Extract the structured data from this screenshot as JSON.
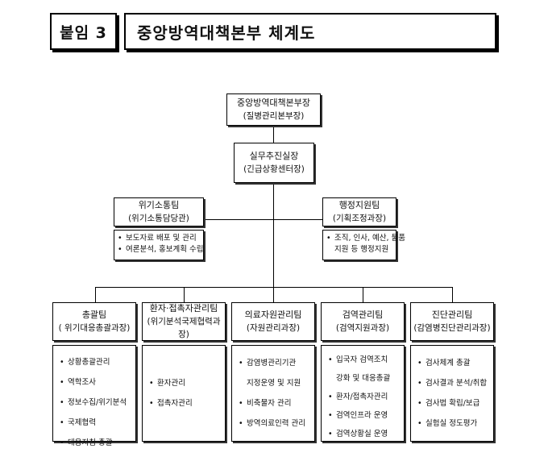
{
  "header": {
    "tag": "붙임 3",
    "title": "중앙방역대책본부 체계도"
  },
  "top": {
    "title": "중앙방역대책본부장",
    "sub": "(질병관리본부장)"
  },
  "exec": {
    "title": "실무추진실장",
    "sub": "(긴급상황센터장)"
  },
  "crisis": {
    "title": "위기소통팀",
    "sub": "(위기소통담당관)",
    "items": [
      "보도자료 배포 및 관리",
      "여론분석, 홍보계획 수립"
    ]
  },
  "admin": {
    "title": "행정지원팀",
    "sub": "(기획조정과장)",
    "items": [
      "조직, 인사, 예산, 물품",
      "지원 등 행정지원"
    ]
  },
  "teams": [
    {
      "title": "총괄팀",
      "sub": "( 위기대응총괄과장)",
      "items": [
        "상황총괄관리",
        "역학조사",
        "정보수집/위기분석",
        "국제협력",
        "대응지침 총괄"
      ]
    },
    {
      "title": "환자·접촉자관리팀",
      "sub": "(위기분석국제협력과장)",
      "items": [
        "환자관리",
        "접촉자관리"
      ]
    },
    {
      "title": "의료자원관리팀",
      "sub": "(자원관리과장)",
      "items": [
        "감염병관리기관",
        "지정운영 및 지원",
        "비축물자 관리",
        "방역의료인력 관리"
      ]
    },
    {
      "title": "검역관리팀",
      "sub": "(검역지원과장)",
      "items": [
        "입국자 검역조치",
        "강화 및 대응총괄",
        "환자/접촉자관리",
        "검역인프라 운영",
        "검역상황실 운영"
      ]
    },
    {
      "title": "진단관리팀",
      "sub": "(감염병진단관리과장)",
      "items": [
        "검사체계 총괄",
        "검사결과 분석/취합",
        "검사법 확립/보급",
        "실험실 정도평가"
      ]
    }
  ]
}
